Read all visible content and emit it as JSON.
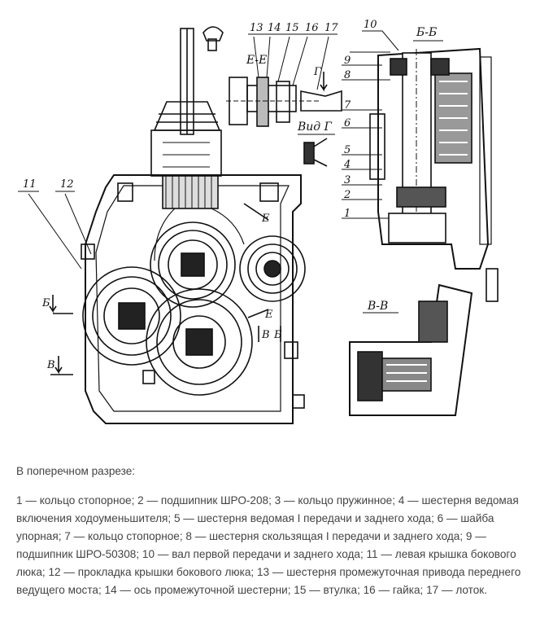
{
  "labels": {
    "n1": "1",
    "n2": "2",
    "n3": "3",
    "n4": "4",
    "n5": "5",
    "n6": "6",
    "n7": "7",
    "n8": "8",
    "n9": "9",
    "n10": "10",
    "n11": "11",
    "n12": "12",
    "n13": "13",
    "n14": "14",
    "n15": "15",
    "n16": "16",
    "n17": "17",
    "section_ee_title": "Е-Е",
    "section_bb_title": "Б-Б",
    "section_vv_title": "В-В",
    "view_g_title": "Вид Г",
    "mark_g": "Г",
    "mark_e1": "Е",
    "mark_e2": "Е",
    "mark_b_left": "Б",
    "mark_v_left": "В",
    "mark_vb": "В",
    "mark_bb": "Б"
  },
  "text": {
    "intro": "В поперечном разрезе:",
    "legend": "1 — кольцо стопорное; 2 — подшипник ШРО-208; 3 — кольцо пружинное; 4 — шестерня ведомая включения ходоуменьшителя; 5 — шестерня ведомая I передачи и заднего хода; 6 — шайба упорная; 7 — кольцо стопорное; 8 — шестерня скользящая I передачи и заднего хода; 9 — подшипник ШРО-50308; 10 — вал первой передачи и заднего хода; 11 — левая крышка бокового люка; 12 — прокладка крышки бокового люка; 13 — шестерня промежуточная привода переднего ведущего моста; 14 — ось промежуточной шестерни; 15 — втулка;  16 — гайка; 17 — лоток."
  }
}
